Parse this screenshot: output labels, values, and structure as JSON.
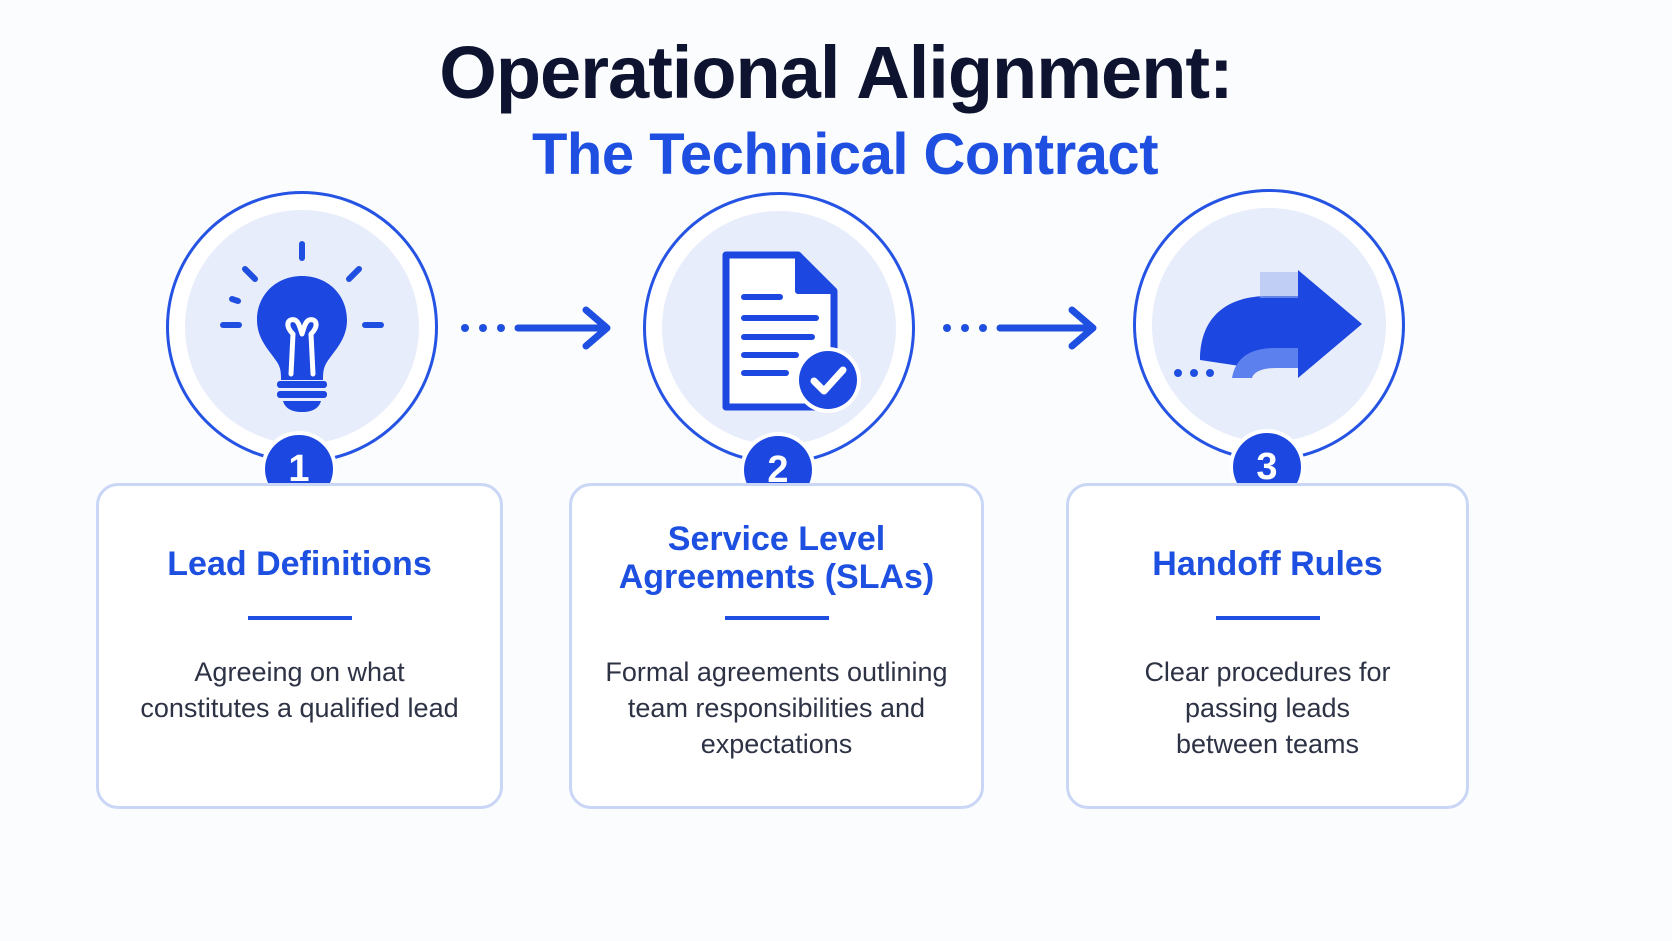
{
  "header": {
    "title": "Operational Alignment:",
    "subtitle": "The Technical Contract"
  },
  "colors": {
    "primary": "#1f4fe0",
    "title": "#0e1330",
    "card_border": "#c9d6f5",
    "icon_bg": "#e8edfb"
  },
  "steps": [
    {
      "number": "1",
      "icon": "lightbulb-icon",
      "title_line1": "Lead Definitions",
      "title_line2": "",
      "desc_line1": "Agreeing on what",
      "desc_line2": "constitutes a qualified lead",
      "desc_line3": ""
    },
    {
      "number": "2",
      "icon": "document-check-icon",
      "title_line1": "Service Level",
      "title_line2": "Agreements (SLAs)",
      "desc_line1": "Formal agreements outlining",
      "desc_line2": "team responsibilities and",
      "desc_line3": "expectations"
    },
    {
      "number": "3",
      "icon": "handoff-arrow-icon",
      "title_line1": "Handoff Rules",
      "title_line2": "",
      "desc_line1": "Clear procedures for",
      "desc_line2": "passing leads",
      "desc_line3": "between teams"
    }
  ]
}
